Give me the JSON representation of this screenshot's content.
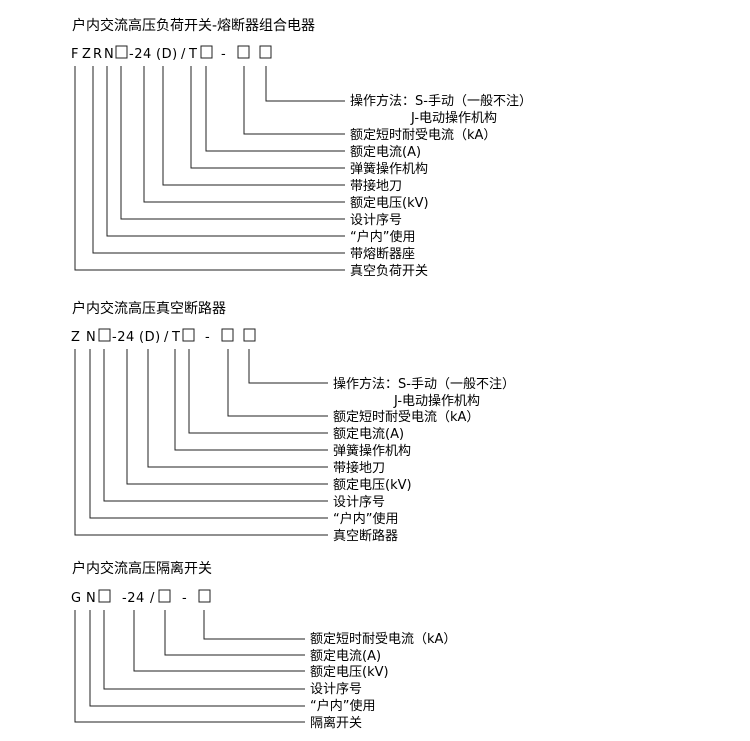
{
  "sections": [
    {
      "title": "户内交流高压负荷开关-熔断器组合电器",
      "code": [
        "F",
        "Z",
        "R",
        "N",
        "□",
        "-24",
        "(D)",
        "/",
        "T",
        "□",
        "-",
        "□",
        "□"
      ],
      "labels": [
        "操作方法：S-手动（一般不注）",
        "J-电动操作机构",
        "额定短时耐受电流（kA）",
        "额定电流(A)",
        "弹簧操作机构",
        "带接地刀",
        "额定电压(kV)",
        "设计序号",
        "“户内”使用",
        "带熔断器座",
        "真空负荷开关"
      ]
    },
    {
      "title": "户内交流高压真空断路器",
      "code": [
        "Z",
        "N",
        "□",
        "-24",
        "(D)",
        "/",
        "T",
        "□",
        "-",
        "□",
        "□"
      ],
      "labels": [
        "操作方法：S-手动（一般不注）",
        "J-电动操作机构",
        "额定短时耐受电流（kA）",
        "额定电流(A)",
        "弹簧操作机构",
        "带接地刀",
        "额定电压(kV)",
        "设计序号",
        "“户内”使用",
        "真空断路器"
      ]
    },
    {
      "title": "户内交流高压隔离开关",
      "code": [
        "G",
        "N",
        "□",
        "-24",
        "/",
        "□",
        "-",
        "□"
      ],
      "labels": [
        "额定短时耐受电流（kA）",
        "额定电流(A)",
        "额定电压(kV)",
        "设计序号",
        "“户内”使用",
        "隔离开关"
      ]
    }
  ]
}
